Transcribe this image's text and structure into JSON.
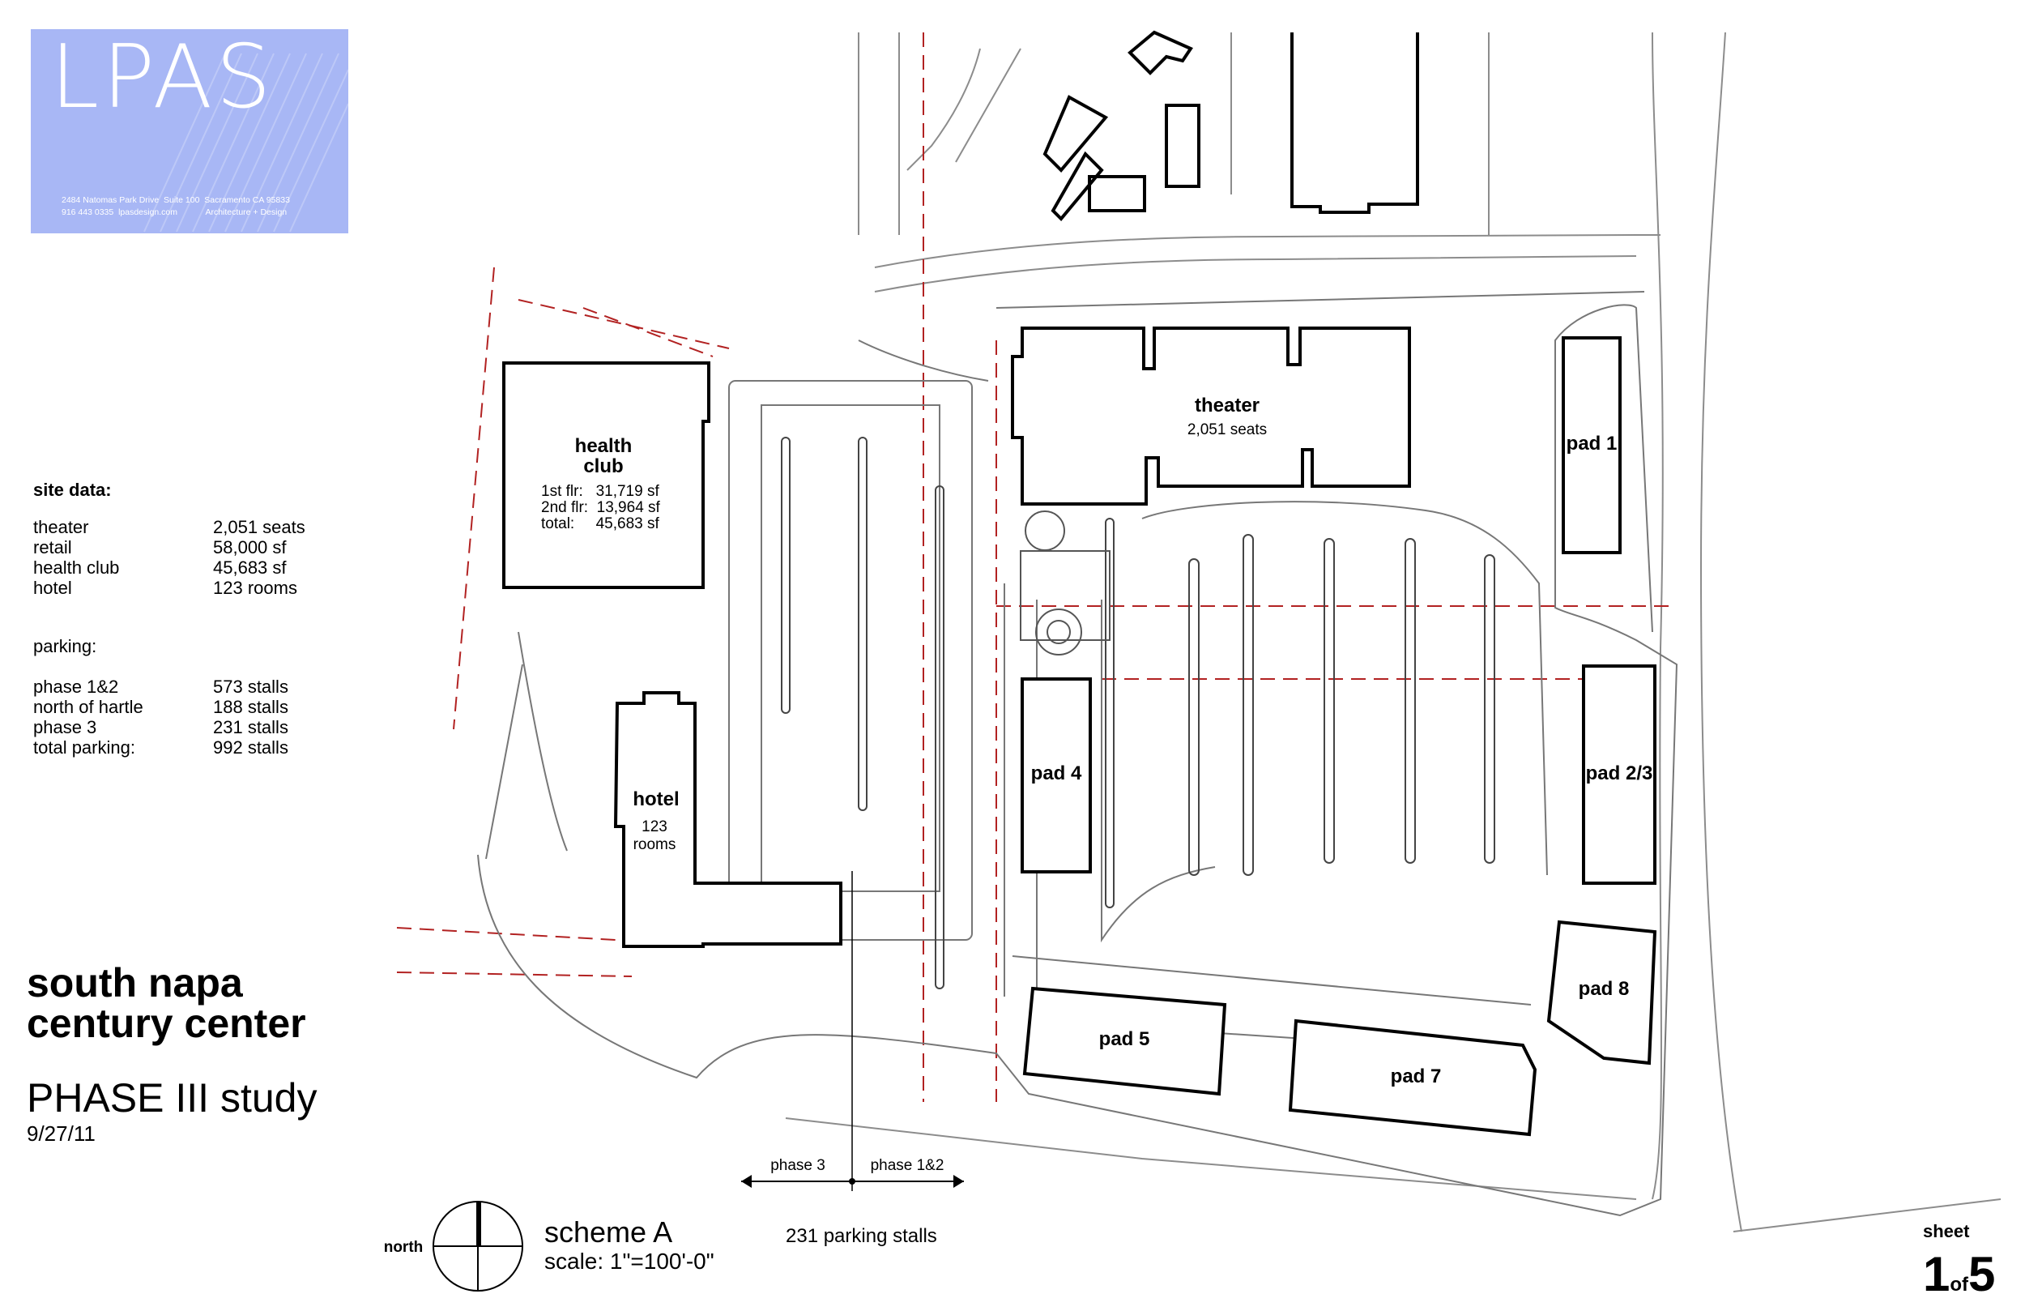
{
  "logo": {
    "text": "LPAS",
    "address_line1": "2484 Natomas Park Drive  Suite 100  Sacramento CA 95833",
    "address_line2": "916 443 0335  lpasdesign.com",
    "tagline": "Architecture + Design"
  },
  "site_data": {
    "heading": "site data:",
    "rows": [
      {
        "label": "theater",
        "value": "2,051 seats"
      },
      {
        "label": "retail",
        "value": "58,000 sf"
      },
      {
        "label": "health club",
        "value": "45,683 sf"
      },
      {
        "label": "hotel",
        "value": "123 rooms"
      }
    ]
  },
  "parking": {
    "heading": "parking:",
    "rows": [
      {
        "label": "phase 1&2",
        "value": "573 stalls"
      },
      {
        "label": "north of hartle",
        "value": "188 stalls"
      },
      {
        "label": "phase 3",
        "value": "231 stalls"
      },
      {
        "label": "total parking:",
        "value": "992 stalls"
      }
    ]
  },
  "project": {
    "title_line1": "south napa",
    "title_line2": "century center",
    "subtitle": "PHASE III study",
    "date": "9/27/11"
  },
  "plan": {
    "health_club": {
      "name_line1": "health",
      "name_line2": "club",
      "floor1": "1st flr:   31,719 sf",
      "floor2": "2nd flr:  13,964 sf",
      "total": "total:     45,683 sf"
    },
    "theater": {
      "name": "theater",
      "seats": "2,051 seats"
    },
    "hotel": {
      "name": "hotel",
      "rooms_line1": "123",
      "rooms_line2": "rooms"
    },
    "pads": [
      "pad 1",
      "pad 2/3",
      "pad 4",
      "pad 5",
      "pad 7",
      "pad 8"
    ],
    "phase_left": "phase 3",
    "phase_right": "phase 1&2"
  },
  "legend": {
    "north_label": "north",
    "scheme": "scheme A",
    "scale": "scale: 1\"=100'-0\"",
    "stalls_note": "231 parking stalls"
  },
  "sheet": {
    "label": "sheet",
    "number": "1",
    "of": "of",
    "total": "5"
  },
  "colors": {
    "logo_bg": "#a8b7f5",
    "phase_line": "#b22222",
    "building_outline": "#000000",
    "linework": "#8c8c8c"
  }
}
